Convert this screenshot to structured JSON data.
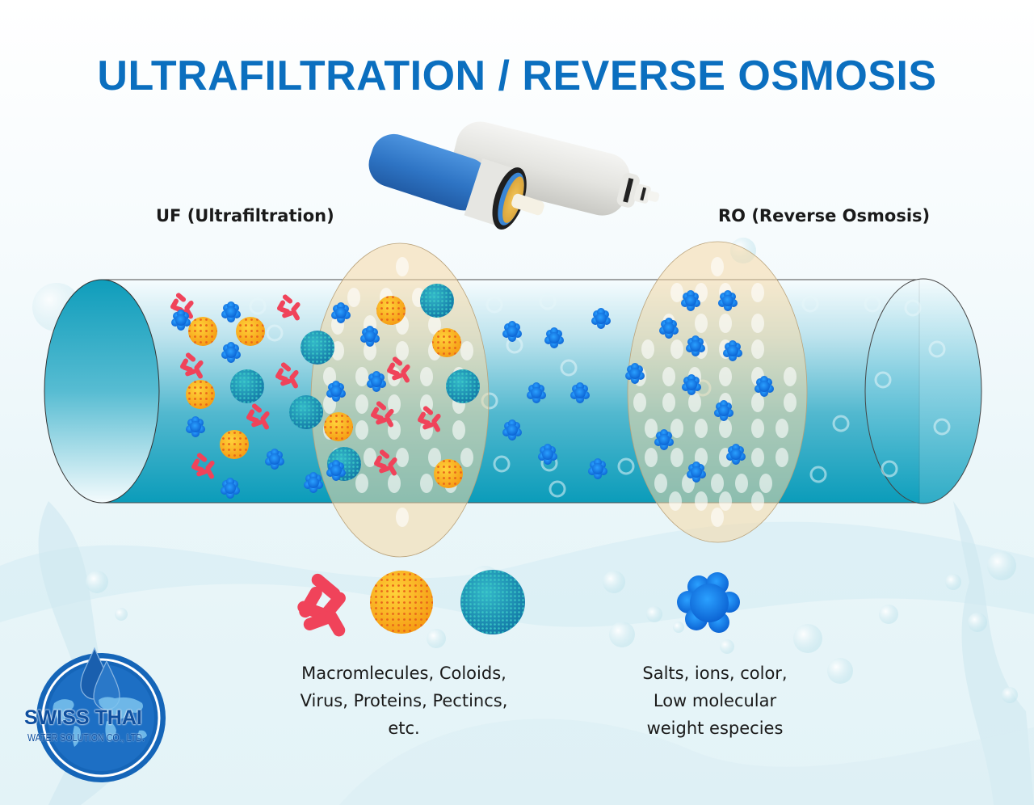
{
  "title": "ULTRAFILTRATION / REVERSE OSMOSIS",
  "labels": {
    "uf": "UF (Ultrafiltration)",
    "ro": "RO (Reverse Osmosis)"
  },
  "legend": {
    "uf_lines": [
      "Macromlecules, Coloids,",
      "Virus, Proteins, Pectincs,",
      "etc."
    ],
    "ro_lines": [
      "Salts, ions, color,",
      "Low molecular",
      "weight especies"
    ]
  },
  "logo": {
    "name": "SWISS THAI",
    "subtitle": "WATER SOLUTION CO., LTD."
  },
  "colors": {
    "title": "#0b6fbf",
    "pipe_top": "#f4fbfd",
    "pipe_bottom": "#0e9fbd",
    "membrane": "#f6d9a6",
    "macromolecule": "#f0435a",
    "colloid": "#f7a21a",
    "virus": "#1b8fb0",
    "salt": "#1470e0"
  },
  "icons": {
    "macromolecule": "macromolecule-icon",
    "colloid": "colloid-icon",
    "virus": "virus-icon",
    "salt": "salt-ion-icon"
  },
  "particles": {
    "macro": [
      [
        228,
        378
      ],
      [
        240,
        452
      ],
      [
        254,
        576
      ],
      [
        360,
        380
      ],
      [
        358,
        464
      ],
      [
        322,
        515
      ],
      [
        496,
        457
      ],
      [
        476,
        512
      ],
      [
        534,
        518
      ],
      [
        480,
        572
      ]
    ],
    "colloid": [
      [
        251,
        410
      ],
      [
        310,
        410
      ],
      [
        248,
        488
      ],
      [
        290,
        550
      ],
      [
        484,
        384
      ],
      [
        553,
        424
      ],
      [
        419,
        528
      ],
      [
        555,
        586
      ]
    ],
    "virus": [
      [
        393,
        430
      ],
      [
        306,
        478
      ],
      [
        379,
        510
      ],
      [
        541,
        372
      ],
      [
        573,
        478
      ],
      [
        426,
        574
      ]
    ],
    "salt": [
      [
        224,
        396
      ],
      [
        286,
        386
      ],
      [
        286,
        436
      ],
      [
        242,
        528
      ],
      [
        340,
        568
      ],
      [
        285,
        604
      ],
      [
        388,
        597
      ],
      [
        422,
        387
      ],
      [
        458,
        416
      ],
      [
        416,
        484
      ],
      [
        466,
        472
      ],
      [
        416,
        582
      ],
      [
        634,
        410
      ],
      [
        686,
        418
      ],
      [
        744,
        394
      ],
      [
        664,
        486
      ],
      [
        718,
        486
      ],
      [
        634,
        532
      ],
      [
        678,
        562
      ],
      [
        740,
        580
      ],
      [
        855,
        372
      ],
      [
        901,
        372
      ],
      [
        828,
        406
      ],
      [
        861,
        428
      ],
      [
        907,
        434
      ],
      [
        786,
        462
      ],
      [
        856,
        476
      ],
      [
        946,
        478
      ],
      [
        896,
        508
      ],
      [
        822,
        544
      ],
      [
        911,
        562
      ],
      [
        862,
        584
      ]
    ]
  },
  "bubbles": [
    [
      319,
      379
    ],
    [
      340,
      412
    ],
    [
      612,
      377
    ],
    [
      678,
      373
    ],
    [
      637,
      427
    ],
    [
      704,
      455
    ],
    [
      680,
      573
    ],
    [
      606,
      496
    ],
    [
      621,
      574
    ],
    [
      690,
      605
    ],
    [
      1003,
      376
    ],
    [
      1080,
      376
    ],
    [
      1130,
      381
    ],
    [
      1160,
      432
    ],
    [
      1093,
      470
    ],
    [
      1041,
      524
    ],
    [
      1166,
      528
    ],
    [
      1013,
      587
    ],
    [
      1101,
      580
    ],
    [
      775,
      577
    ],
    [
      870,
      480
    ]
  ],
  "uf_holes_rows": [
    [
      368,
      [
        438,
        478,
        518
      ]
    ],
    [
      402,
      [
        418,
        458,
        498,
        538
      ]
    ],
    [
      434,
      [
        418,
        458,
        498,
        538,
        578
      ]
    ],
    [
      466,
      [
        408,
        448,
        488,
        528,
        568
      ]
    ],
    [
      500,
      [
        408,
        448,
        488,
        528,
        568
      ]
    ],
    [
      532,
      [
        408,
        448,
        488,
        528,
        568
      ]
    ],
    [
      566,
      [
        418,
        458,
        498,
        538,
        578
      ]
    ],
    [
      598,
      [
        448,
        488,
        528,
        558
      ]
    ],
    [
      330,
      [
        498
      ]
    ],
    [
      640,
      [
        498
      ]
    ]
  ],
  "ro_holes_rows": [
    [
      362,
      [
        838,
        868,
        898,
        938
      ]
    ],
    [
      400,
      [
        828,
        868,
        898,
        938
      ]
    ],
    [
      432,
      [
        802,
        838,
        868,
        898,
        938
      ]
    ],
    [
      466,
      [
        792,
        828,
        860,
        898,
        938,
        978
      ]
    ],
    [
      498,
      [
        792,
        828,
        860,
        898,
        938,
        978
      ]
    ],
    [
      530,
      [
        806,
        838,
        868,
        898,
        938,
        968
      ]
    ],
    [
      566,
      [
        806,
        838,
        868,
        898,
        938,
        968
      ]
    ],
    [
      598,
      [
        818,
        852,
        888,
        918,
        948
      ]
    ],
    [
      620,
      [
        836,
        868,
        898,
        938
      ]
    ],
    [
      330,
      [
        888
      ]
    ],
    [
      640,
      [
        888
      ]
    ]
  ]
}
